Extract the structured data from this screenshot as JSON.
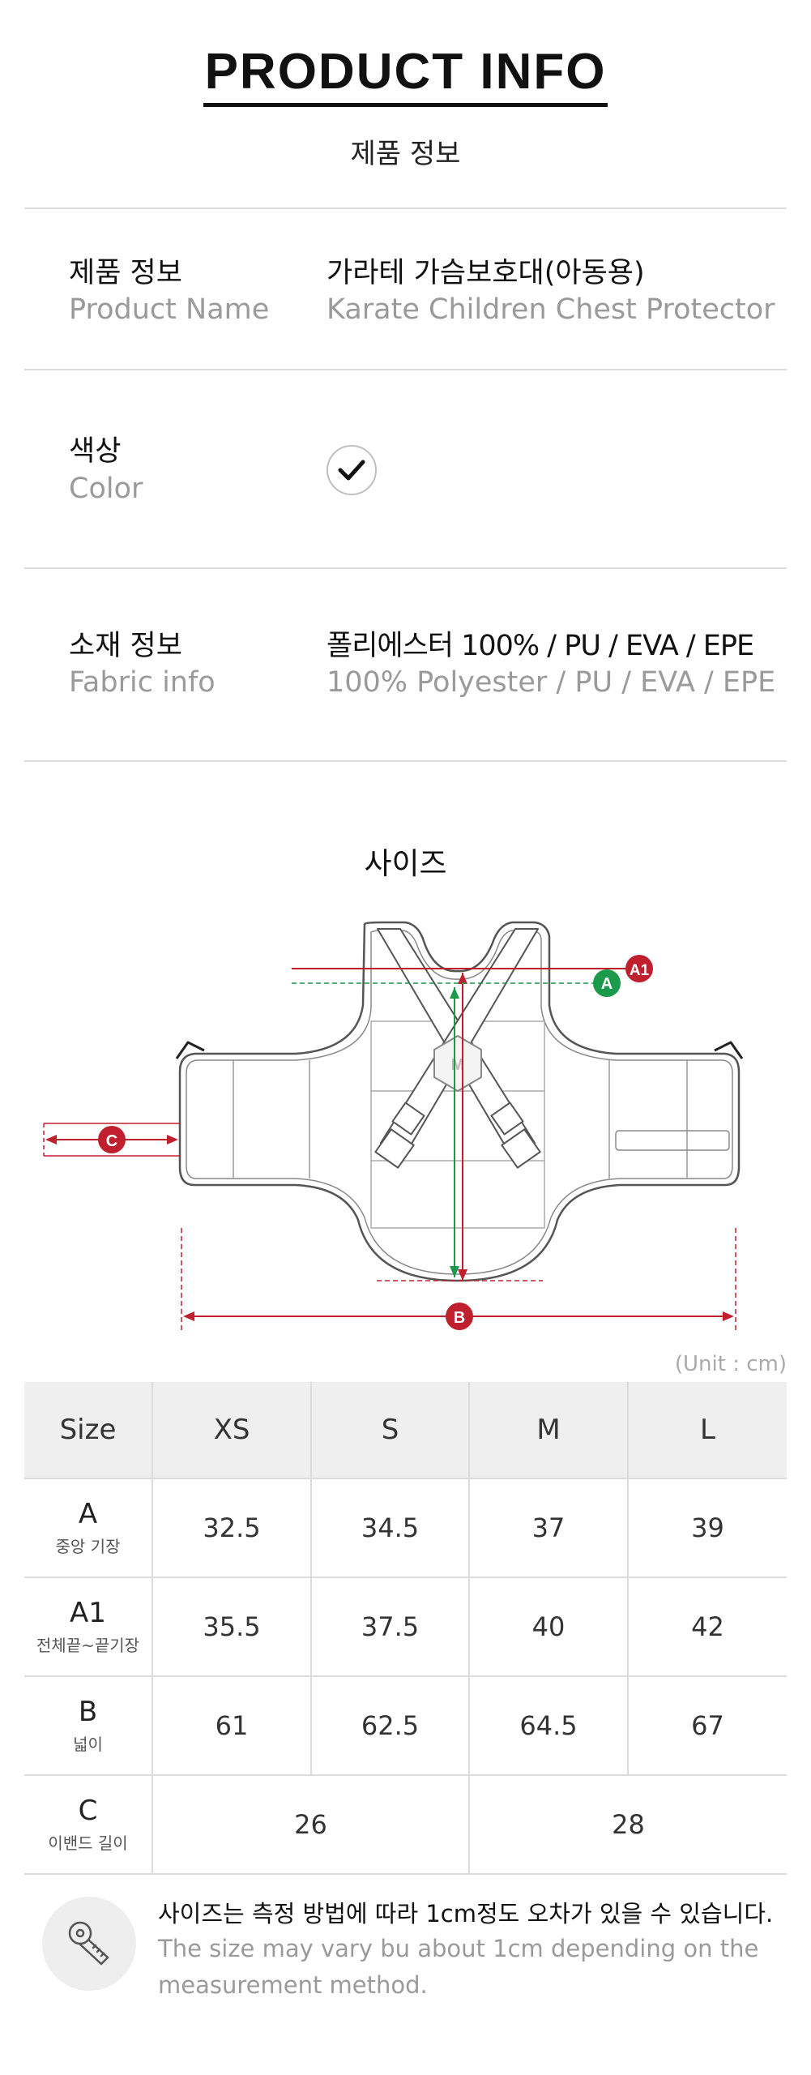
{
  "header": {
    "title": "PRODUCT INFO",
    "subtitle": "제품 정보"
  },
  "info": {
    "product": {
      "label_ko": "제품 정보",
      "label_en": "Product Name",
      "value_ko": "가라테 가슴보호대(아동용)",
      "value_en": "Karate Children Chest Protector"
    },
    "color": {
      "label_ko": "색상",
      "label_en": "Color",
      "swatch_icon": "check-icon"
    },
    "fabric": {
      "label_ko": "소재 정보",
      "label_en": "Fabric info",
      "value_ko": "폴리에스터 100% / PU / EVA / EPE",
      "value_en": "100% Polyester / PU / EVA / EPE"
    }
  },
  "size_section": {
    "heading": "사이즈",
    "diagram_labels": {
      "a": "A",
      "a1": "A1",
      "b": "B",
      "c": "C"
    },
    "colors": {
      "red": "#c0202e",
      "green": "#1a9a4a"
    },
    "unit": "(Unit : cm)"
  },
  "table": {
    "header_label": "Size",
    "columns": [
      "XS",
      "S",
      "M",
      "L"
    ],
    "rows": [
      {
        "name": "A",
        "sub": "중앙 기장",
        "values": [
          "32.5",
          "34.5",
          "37",
          "39"
        ]
      },
      {
        "name": "A1",
        "sub": "전체끝~끝기장",
        "values": [
          "35.5",
          "37.5",
          "40",
          "42"
        ]
      },
      {
        "name": "B",
        "sub": "넓이",
        "values": [
          "61",
          "62.5",
          "64.5",
          "67"
        ]
      },
      {
        "name": "C",
        "sub": "이밴드 길이",
        "values": [
          "26",
          "28"
        ]
      }
    ]
  },
  "note": {
    "icon": "tape-measure-icon",
    "text_ko": "사이즈는 측정 방법에 따라 1cm정도 오차가 있을 수 있습니다.",
    "text_en": "The size may vary bu about 1cm depending on the measurement method."
  }
}
